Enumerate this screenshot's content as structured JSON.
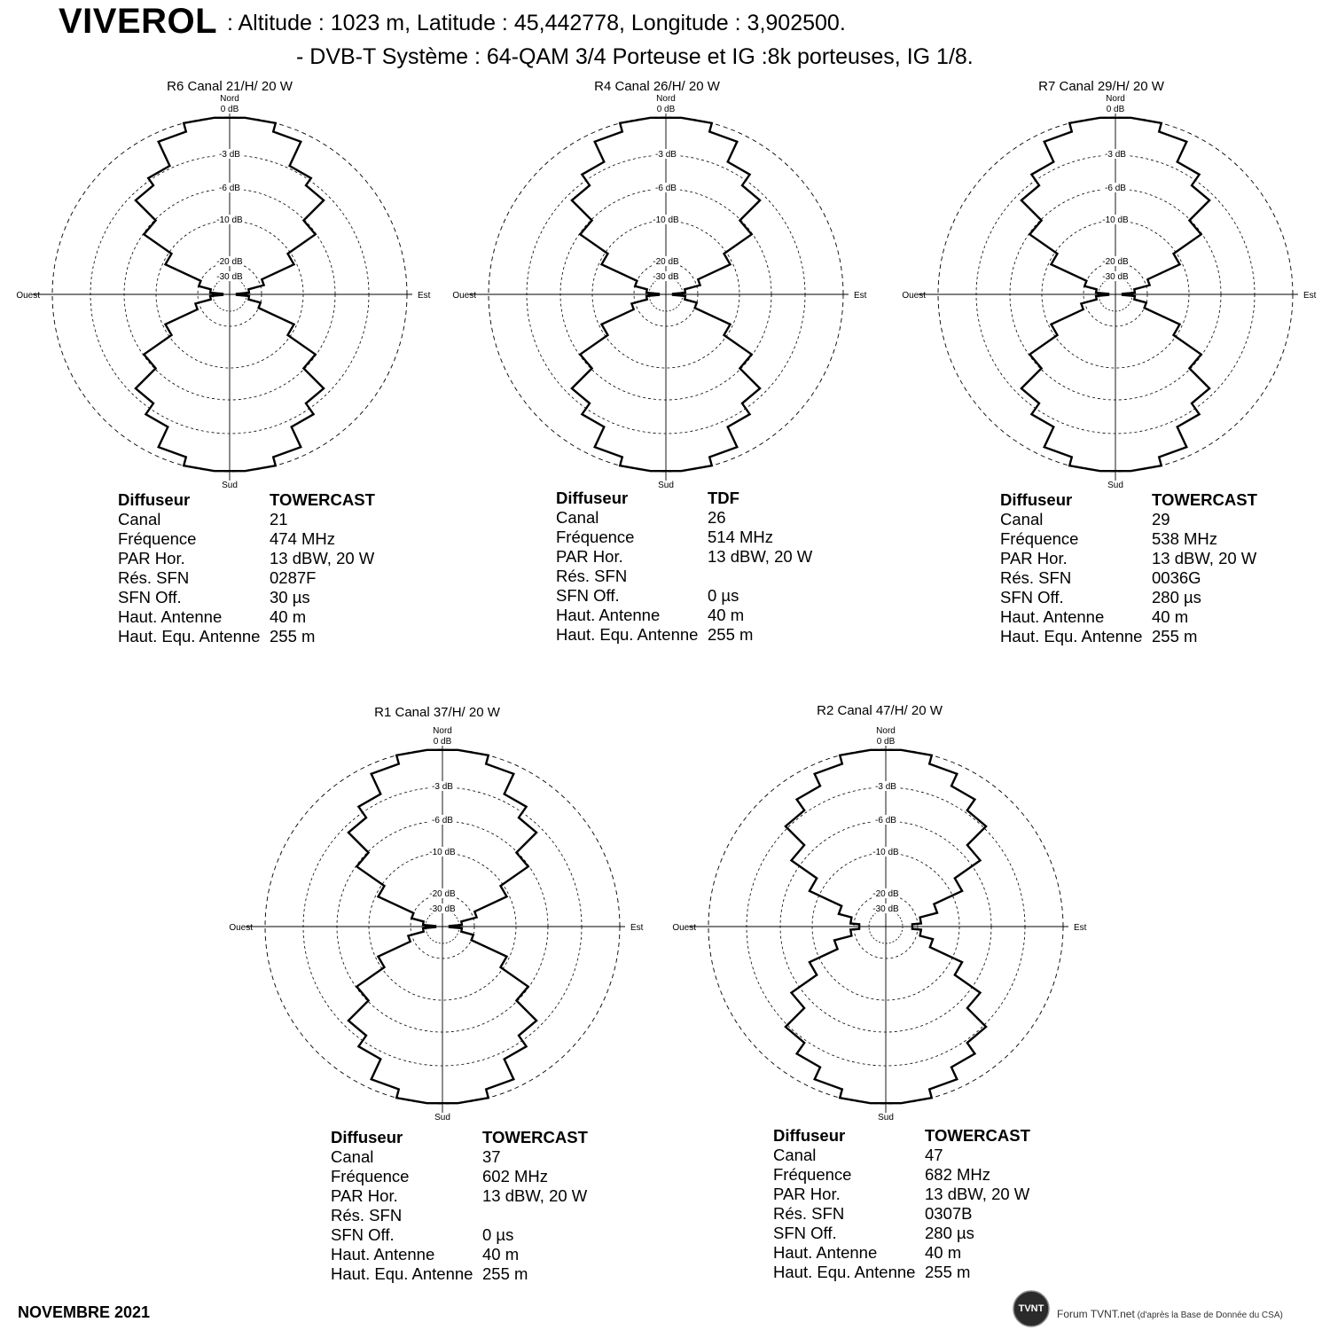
{
  "header": {
    "site": "VIVEROL",
    "params": ": Altitude : 1023 m, Latitude : 45,442778, Longitude : 3,902500.",
    "system": "- DVB-T  Système : 64-QAM 3/4    Porteuse et IG :8k porteuses, IG 1/8."
  },
  "polar_labels": {
    "north": "Nord",
    "south": "Sud",
    "east": "Est",
    "west": "Ouest",
    "ring_labels": [
      "0 dB",
      "-3 dB",
      "-6 dB",
      "-10 dB",
      "-20 dB",
      "-30 dB"
    ]
  },
  "info_keys": {
    "diffuseur": "Diffuseur",
    "canal": "Canal",
    "frequence": "Fréquence",
    "par": "PAR Hor.",
    "res_sfn": "Rés. SFN",
    "sfn_off": "SFN Off.",
    "haut_antenne": "Haut. Antenne",
    "haut_equ": "Haut. Equ. Antenne"
  },
  "transmitters": [
    {
      "title": "R6  Canal 21/H/ 20 W",
      "diffuseur": "TOWERCAST",
      "canal": "21",
      "frequence": "474 MHz",
      "par": "13 dBW, 20 W",
      "res_sfn": "0287F",
      "sfn_off": "30 µs",
      "haut_antenne": "40 m",
      "haut_equ": "255 m"
    },
    {
      "title": "R4  Canal 26/H/ 20 W",
      "diffuseur": "TDF",
      "canal": "26",
      "frequence": "514 MHz",
      "par": "13 dBW, 20 W",
      "res_sfn": "",
      "sfn_off": "0 µs",
      "haut_antenne": "40 m",
      "haut_equ": "255 m"
    },
    {
      "title": "R7  Canal 29/H/ 20 W",
      "diffuseur": "TOWERCAST",
      "canal": "29",
      "frequence": "538 MHz",
      "par": "13 dBW, 20 W",
      "res_sfn": "0036G",
      "sfn_off": "280 µs",
      "haut_antenne": "40 m",
      "haut_equ": "255 m"
    },
    {
      "title": "R1  Canal 37/H/ 20 W",
      "diffuseur": "TOWERCAST",
      "canal": "37",
      "frequence": "602 MHz",
      "par": "13 dBW, 20 W",
      "res_sfn": "",
      "sfn_off": "0 µs",
      "haut_antenne": "40 m",
      "haut_equ": "255 m"
    },
    {
      "title": "R2  Canal 47/H/ 20 W",
      "diffuseur": "TOWERCAST",
      "canal": "47",
      "frequence": "682 MHz",
      "par": "13 dBW, 20 W",
      "res_sfn": "0307B",
      "sfn_off": "280 µs",
      "haut_antenne": "40 m",
      "haut_equ": "255 m"
    }
  ],
  "footer": {
    "date": "NOVEMBRE 2021",
    "credit": "Forum TVNT.net",
    "credit_note": " (d'après la Base de Donnée du CSA)",
    "logo_text": "TVNT"
  }
}
